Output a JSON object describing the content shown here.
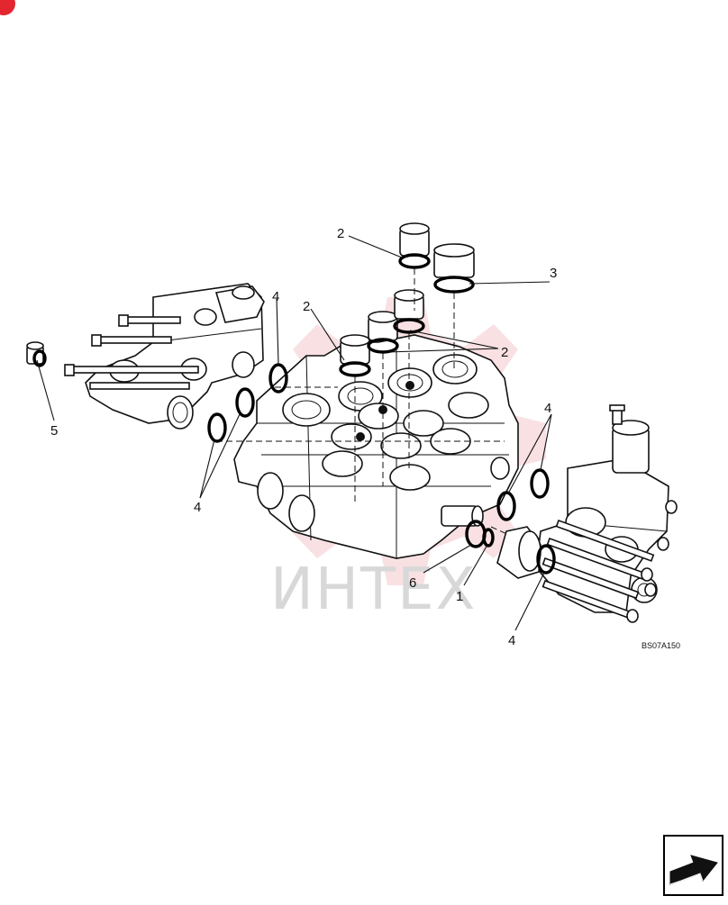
{
  "diagram": {
    "callouts": [
      {
        "id": "c2a",
        "text": "2"
      },
      {
        "id": "c3",
        "text": "3"
      },
      {
        "id": "c2b",
        "text": "2"
      },
      {
        "id": "c4a",
        "text": "4"
      },
      {
        "id": "c2c",
        "text": "2"
      },
      {
        "id": "c5",
        "text": "5"
      },
      {
        "id": "c4b",
        "text": "4"
      },
      {
        "id": "c4c",
        "text": "4"
      },
      {
        "id": "c6",
        "text": "6"
      },
      {
        "id": "c1",
        "text": "1"
      },
      {
        "id": "c4d",
        "text": "4"
      }
    ],
    "figure_id": "BS07A150",
    "watermark_text": "ИНТЕХ",
    "nav_icon": "next-page-arrow-icon",
    "corner_badge_icon": "red-corner-badge-icon",
    "colors": {
      "line": "#111111",
      "watermark_gear": "#f4c8cc",
      "watermark_text": "#d8d8d8",
      "badge": "#e3262f"
    }
  }
}
